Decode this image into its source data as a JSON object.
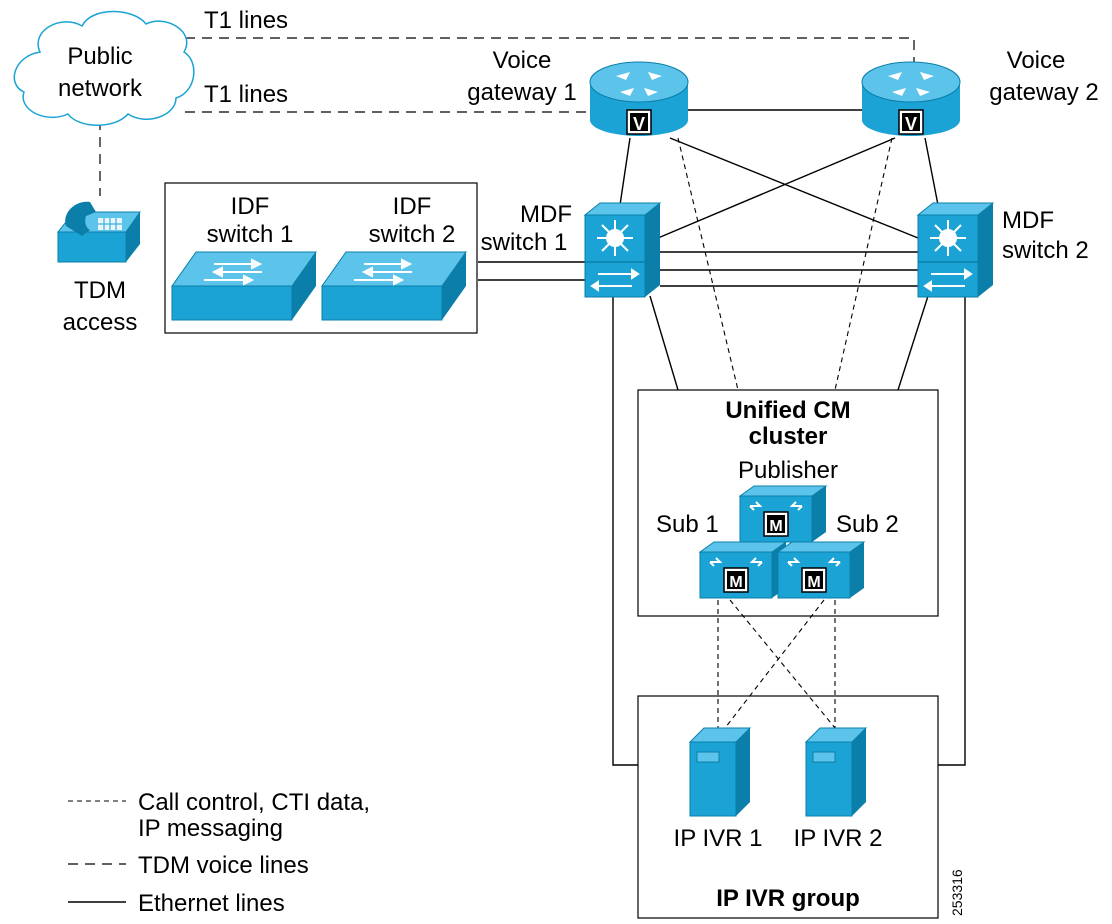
{
  "public_network": {
    "line1": "Public",
    "line2": "network"
  },
  "t1_top": "T1 lines",
  "t1_mid": "T1 lines",
  "voice_gateway_1": {
    "line1": "Voice",
    "line2": "gateway 1",
    "badge": "V"
  },
  "voice_gateway_2": {
    "line1": "Voice",
    "line2": "gateway 2",
    "badge": "V"
  },
  "idf_switch_1": {
    "line1": "IDF",
    "line2": "switch 1"
  },
  "idf_switch_2": {
    "line1": "IDF",
    "line2": "switch 2"
  },
  "mdf_switch_1": {
    "line1": "MDF",
    "line2": "switch 1"
  },
  "mdf_switch_2": {
    "line1": "MDF",
    "line2": "switch 2"
  },
  "tdm_access": {
    "line1": "TDM",
    "line2": "access"
  },
  "cluster": {
    "line1": "Unified CM",
    "line2": "cluster",
    "publisher": "Publisher",
    "sub1": "Sub 1",
    "sub2": "Sub 2",
    "badge": "M"
  },
  "ivr_group": {
    "title": "IP IVR group",
    "ivr1": "IP IVR 1",
    "ivr2": "IP IVR 2"
  },
  "legend": {
    "call_control_line1": "Call control, CTI data,",
    "call_control_line2": "IP messaging",
    "tdm_voice": "TDM voice lines",
    "ethernet": "Ethernet lines"
  },
  "figure_id": "253316",
  "colors": {
    "device_fill": "#1aa3d4",
    "device_dark": "#0b7fa9",
    "device_light": "#5cc4ea",
    "cloud_stroke": "#1aa3d4"
  }
}
